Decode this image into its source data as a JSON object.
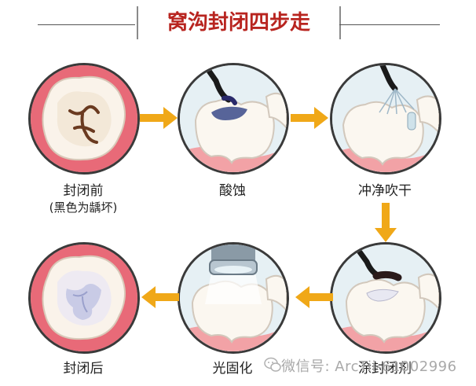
{
  "title": "窝沟封闭四步走",
  "steps": [
    {
      "label": "封闭前",
      "sublabel": "(黑色为龋坏)"
    },
    {
      "label": "酸蚀"
    },
    {
      "label": "冲净吹干"
    },
    {
      "label": "涂封闭剂"
    },
    {
      "label": "光固化"
    },
    {
      "label": "封闭后"
    }
  ],
  "watermark": "微信号: ArcTii-61002996",
  "colors": {
    "title": "#b8241f",
    "arrow": "#f0a818",
    "gum": "#e8707a",
    "tooth": "#faf6ee"
  }
}
